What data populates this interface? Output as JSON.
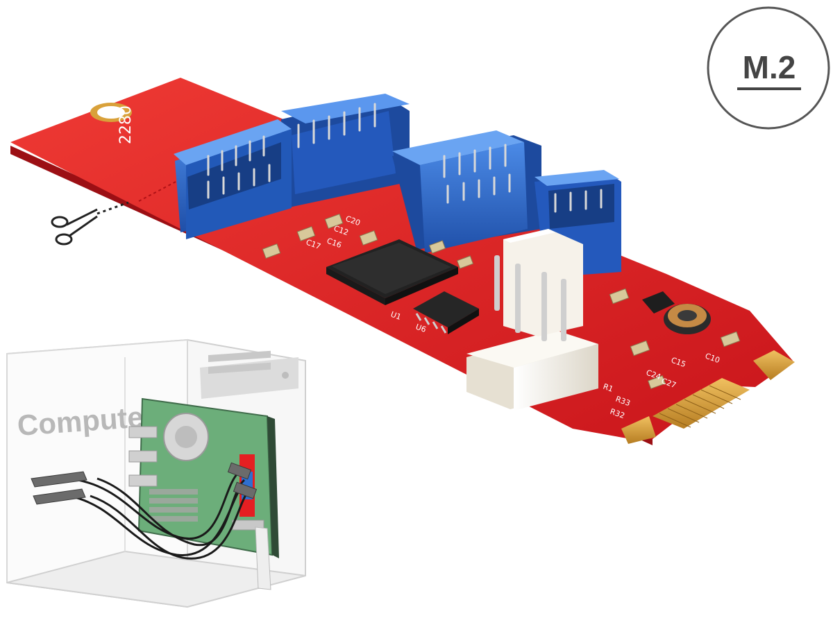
{
  "badge": {
    "label": "M.2"
  },
  "card": {
    "size_label": "2280",
    "silkscreen": [
      "C20",
      "C12",
      "C17",
      "C16",
      "U1",
      "U6",
      "C15",
      "C10",
      "C24",
      "C27",
      "R1",
      "R33",
      "R32"
    ]
  },
  "illustration": {
    "computer_label": "Computer"
  },
  "colors": {
    "pcb_red": "#e51f22",
    "header_blue": "#2f6fd0",
    "connector_white": "#f4f1ea",
    "gold_contacts": "#d9a13a",
    "mainboard_green": "#6cae7a",
    "badge_ring": "#555555"
  },
  "icons": {
    "cut_mark": "scissors-icon"
  }
}
